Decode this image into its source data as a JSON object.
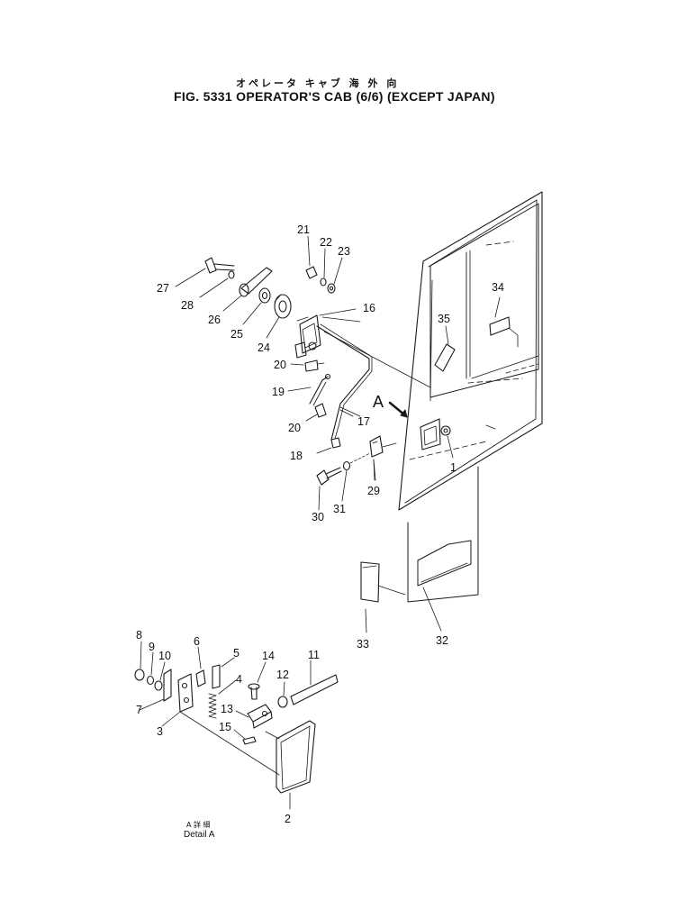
{
  "title": {
    "japanese": "オペレータ キャブ 海 外 向",
    "main": "FIG. 5331  OPERATOR'S CAB (6/6) (EXCEPT JAPAN)"
  },
  "callout": "A",
  "detail": {
    "japanese": "A 詳 細",
    "english": "Detail A"
  },
  "parts": {
    "p1": "1",
    "p2": "2",
    "p3": "3",
    "p4": "4",
    "p5": "5",
    "p6": "6",
    "p7": "7",
    "p8": "8",
    "p9": "9",
    "p10": "10",
    "p11": "11",
    "p12": "12",
    "p13": "13",
    "p14": "14",
    "p15": "15",
    "p16": "16",
    "p17": "17",
    "p18": "18",
    "p19": "19",
    "p20a": "20",
    "p20b": "20",
    "p21": "21",
    "p22": "22",
    "p23": "23",
    "p24": "24",
    "p25": "25",
    "p26": "26",
    "p27": "27",
    "p28": "28",
    "p29": "29",
    "p30": "30",
    "p31": "31",
    "p32": "32",
    "p33": "33",
    "p34": "34",
    "p35": "35"
  }
}
